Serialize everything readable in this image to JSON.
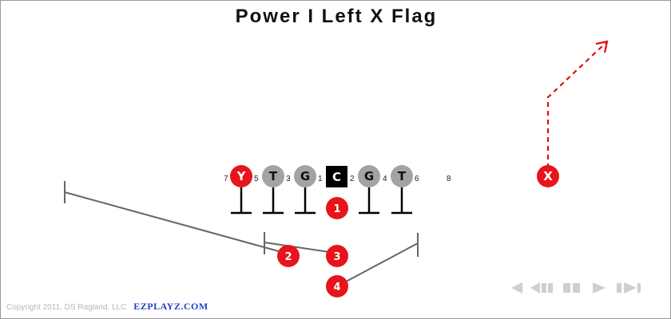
{
  "title": "Power I Left X Flag",
  "colors": {
    "lineman": "#a3a3a3",
    "receiver": "#e8141c",
    "center": "#000000",
    "route": "#666666",
    "flag_route": "#dd1111"
  },
  "formation": {
    "players": [
      {
        "label": "Y",
        "role": "tight-end"
      },
      {
        "label": "T",
        "role": "left-tackle"
      },
      {
        "label": "G",
        "role": "left-guard"
      },
      {
        "label": "C",
        "role": "center"
      },
      {
        "label": "G",
        "role": "right-guard"
      },
      {
        "label": "T",
        "role": "right-tackle"
      },
      {
        "label": "X",
        "role": "split-end"
      }
    ],
    "gap_numbers": [
      "7",
      "5",
      "3",
      "1",
      "2",
      "4",
      "6",
      "8"
    ],
    "backs": [
      "1",
      "2",
      "3",
      "4"
    ]
  },
  "footer": {
    "copyright": "Copyright 2011, DS Ragland, LLC",
    "brand": "EZPLAYZ.COM"
  },
  "controls": [
    {
      "icon": "rewind-icon"
    },
    {
      "icon": "step-back-icon"
    },
    {
      "icon": "pause-icon"
    },
    {
      "icon": "play-icon"
    },
    {
      "icon": "step-forward-icon"
    }
  ]
}
